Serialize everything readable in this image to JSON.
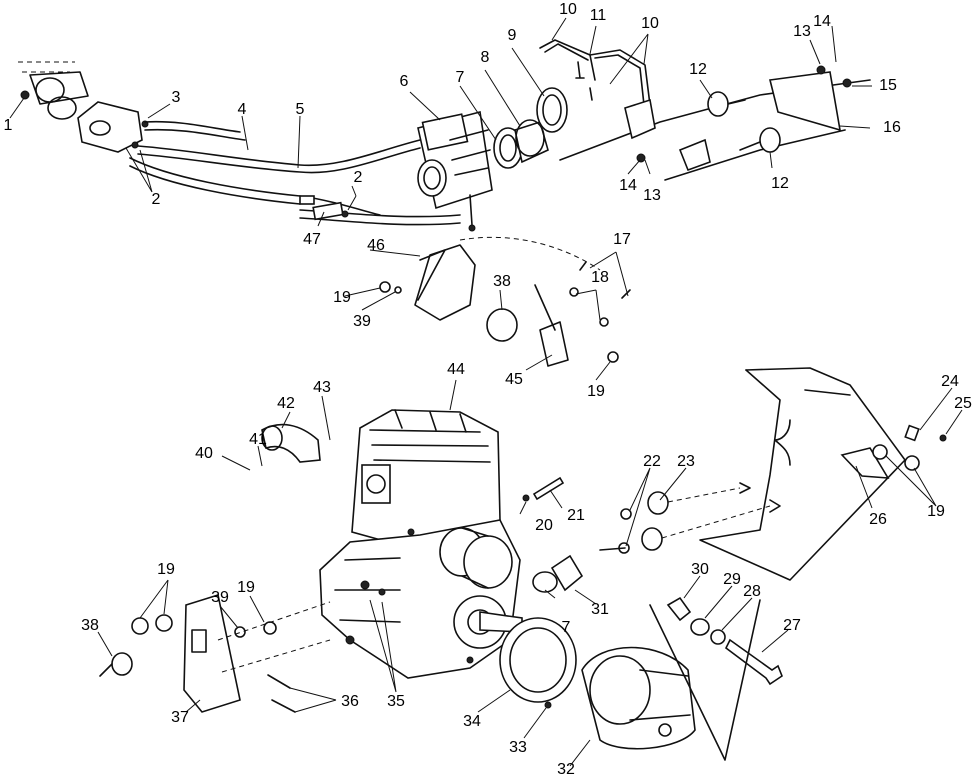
{
  "diagram": {
    "callouts": [
      {
        "id": "c1",
        "label": "1"
      },
      {
        "id": "c2a",
        "label": "2"
      },
      {
        "id": "c2b",
        "label": "2"
      },
      {
        "id": "c3",
        "label": "3"
      },
      {
        "id": "c4",
        "label": "4"
      },
      {
        "id": "c5",
        "label": "5"
      },
      {
        "id": "c6",
        "label": "6"
      },
      {
        "id": "c7a",
        "label": "7"
      },
      {
        "id": "c7b",
        "label": "7"
      },
      {
        "id": "c8",
        "label": "8"
      },
      {
        "id": "c9",
        "label": "9"
      },
      {
        "id": "c10a",
        "label": "10"
      },
      {
        "id": "c10b",
        "label": "10"
      },
      {
        "id": "c11",
        "label": "11"
      },
      {
        "id": "c12a",
        "label": "12"
      },
      {
        "id": "c12b",
        "label": "12"
      },
      {
        "id": "c13a",
        "label": "13"
      },
      {
        "id": "c13b",
        "label": "13"
      },
      {
        "id": "c14a",
        "label": "14"
      },
      {
        "id": "c14b",
        "label": "14"
      },
      {
        "id": "c15",
        "label": "15"
      },
      {
        "id": "c16",
        "label": "16"
      },
      {
        "id": "c17",
        "label": "17"
      },
      {
        "id": "c18",
        "label": "18"
      },
      {
        "id": "c19a",
        "label": "19"
      },
      {
        "id": "c19b",
        "label": "19"
      },
      {
        "id": "c19c",
        "label": "19"
      },
      {
        "id": "c19d",
        "label": "19"
      },
      {
        "id": "c19e",
        "label": "19"
      },
      {
        "id": "c20",
        "label": "20"
      },
      {
        "id": "c21",
        "label": "21"
      },
      {
        "id": "c22",
        "label": "22"
      },
      {
        "id": "c23",
        "label": "23"
      },
      {
        "id": "c24",
        "label": "24"
      },
      {
        "id": "c25",
        "label": "25"
      },
      {
        "id": "c26",
        "label": "26"
      },
      {
        "id": "c27",
        "label": "27"
      },
      {
        "id": "c28",
        "label": "28"
      },
      {
        "id": "c29",
        "label": "29"
      },
      {
        "id": "c30",
        "label": "30"
      },
      {
        "id": "c31",
        "label": "31"
      },
      {
        "id": "c32",
        "label": "32"
      },
      {
        "id": "c33",
        "label": "33"
      },
      {
        "id": "c34",
        "label": "34"
      },
      {
        "id": "c35",
        "label": "35"
      },
      {
        "id": "c36",
        "label": "36"
      },
      {
        "id": "c37",
        "label": "37"
      },
      {
        "id": "c38a",
        "label": "38"
      },
      {
        "id": "c38b",
        "label": "38"
      },
      {
        "id": "c39a",
        "label": "39"
      },
      {
        "id": "c39b",
        "label": "39"
      },
      {
        "id": "c40",
        "label": "40"
      },
      {
        "id": "c41",
        "label": "41"
      },
      {
        "id": "c42",
        "label": "42"
      },
      {
        "id": "c43",
        "label": "43"
      },
      {
        "id": "c44",
        "label": "44"
      },
      {
        "id": "c45",
        "label": "45"
      },
      {
        "id": "c46",
        "label": "46"
      },
      {
        "id": "c47",
        "label": "47"
      }
    ]
  }
}
